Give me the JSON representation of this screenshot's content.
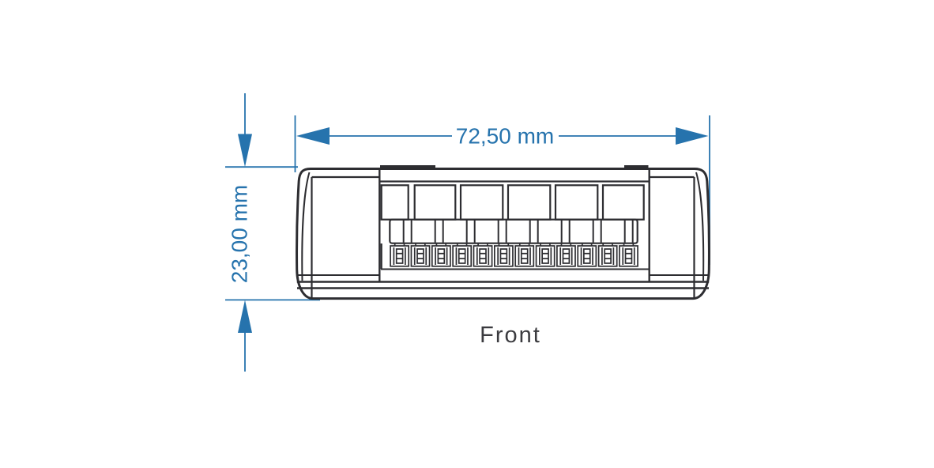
{
  "drawing": {
    "view_label": "Front",
    "dimensions": {
      "width": {
        "value": "72,50",
        "unit": "mm",
        "label": "72,50 mm"
      },
      "height": {
        "value": "23,00",
        "unit": "mm",
        "label": "23,00 mm"
      }
    },
    "colors": {
      "accent_blue": "#2673ad",
      "line_dark": "#2d2d31",
      "label_gray": "#3b3b3f",
      "background": "#ffffff"
    }
  }
}
